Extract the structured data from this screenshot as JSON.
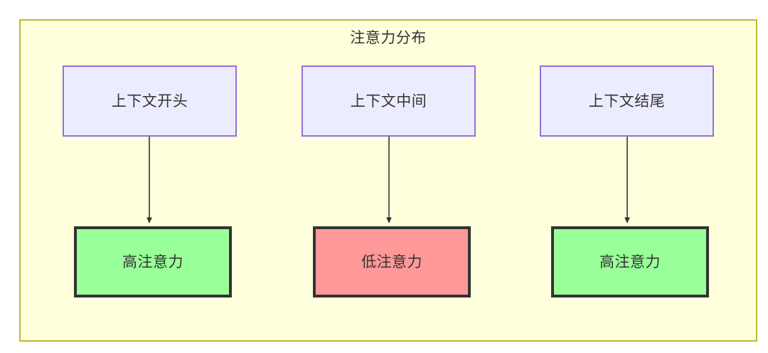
{
  "diagram": {
    "title": "注意力分布",
    "colors": {
      "container_bg": "#ffffdd",
      "container_border": "#bbbb33",
      "source_bg": "#ececff",
      "source_border": "#9370db",
      "high_bg": "#99ff99",
      "low_bg": "#ff9999",
      "result_border": "#333333",
      "edge": "#333333",
      "text": "#333333"
    },
    "nodes": {
      "sources": [
        {
          "id": "context-start",
          "label": "上下文开头"
        },
        {
          "id": "context-middle",
          "label": "上下文中间"
        },
        {
          "id": "context-end",
          "label": "上下文结尾"
        }
      ],
      "results": [
        {
          "id": "high-attention-start",
          "label": "高注意力",
          "level": "high"
        },
        {
          "id": "low-attention-middle",
          "label": "低注意力",
          "level": "low"
        },
        {
          "id": "high-attention-end",
          "label": "高注意力",
          "level": "high"
        }
      ]
    },
    "edges": [
      {
        "from": "context-start",
        "to": "high-attention-start",
        "label": ""
      },
      {
        "from": "context-middle",
        "to": "low-attention-middle",
        "label": ""
      },
      {
        "from": "context-end",
        "to": "high-attention-end",
        "label": ""
      }
    ]
  }
}
